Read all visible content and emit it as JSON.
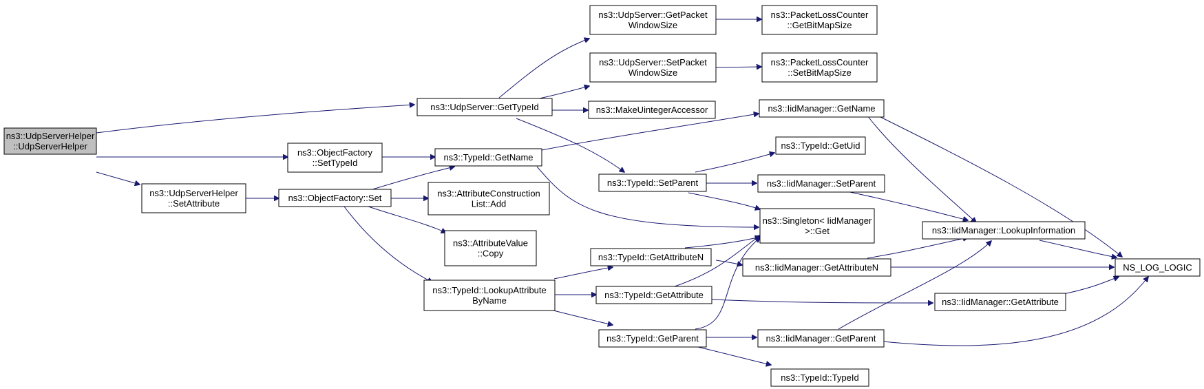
{
  "colors": {
    "edge": "#191970",
    "root_fill": "#bfbfbf",
    "node_fill": "#ffffff",
    "border": "#000000"
  },
  "nodes": {
    "root": {
      "lines": [
        "ns3::UdpServerHelper",
        "::UdpServerHelper"
      ]
    },
    "udpserver_gettypeid": {
      "lines": [
        "ns3::UdpServer::GetTypeId"
      ]
    },
    "objectfactory_settypeid": {
      "lines": [
        "ns3::ObjectFactory",
        "::SetTypeId"
      ]
    },
    "udpserverhelper_setattribute": {
      "lines": [
        "ns3::UdpServerHelper",
        "::SetAttribute"
      ]
    },
    "objectfactory_set": {
      "lines": [
        "ns3::ObjectFactory::Set"
      ]
    },
    "typeid_getname": {
      "lines": [
        "ns3::TypeId::GetName"
      ]
    },
    "attrconstruction_add": {
      "lines": [
        "ns3::AttributeConstruction",
        "List::Add"
      ]
    },
    "attrvalue_copy": {
      "lines": [
        "ns3::AttributeValue",
        "::Copy"
      ]
    },
    "typeid_lookupattribute": {
      "lines": [
        "ns3::TypeId::LookupAttribute",
        "ByName"
      ]
    },
    "udpserver_getwindow": {
      "lines": [
        "ns3::UdpServer::GetPacket",
        "WindowSize"
      ]
    },
    "udpserver_setwindow": {
      "lines": [
        "ns3::UdpServer::SetPacket",
        "WindowSize"
      ]
    },
    "makeuinteger": {
      "lines": [
        "ns3::MakeUintegerAccessor"
      ]
    },
    "typeid_setparent": {
      "lines": [
        "ns3::TypeId::SetParent"
      ]
    },
    "typeid_getattributen": {
      "lines": [
        "ns3::TypeId::GetAttributeN"
      ]
    },
    "typeid_getattribute": {
      "lines": [
        "ns3::TypeId::GetAttribute"
      ]
    },
    "typeid_getparent": {
      "lines": [
        "ns3::TypeId::GetParent"
      ]
    },
    "plc_getbitmap": {
      "lines": [
        "ns3::PacketLossCounter",
        "::GetBitMapSize"
      ]
    },
    "plc_setbitmap": {
      "lines": [
        "ns3::PacketLossCounter",
        "::SetBitMapSize"
      ]
    },
    "iid_getname": {
      "lines": [
        "ns3::IidManager::GetName"
      ]
    },
    "typeid_getuid": {
      "lines": [
        "ns3::TypeId::GetUid"
      ]
    },
    "iid_setparent": {
      "lines": [
        "ns3::IidManager::SetParent"
      ]
    },
    "singleton_get": {
      "lines": [
        "ns3::Singleton< IidManager",
        ">::Get"
      ]
    },
    "iid_getattributen": {
      "lines": [
        "ns3::IidManager::GetAttributeN"
      ]
    },
    "iid_getparent": {
      "lines": [
        "ns3::IidManager::GetParent"
      ]
    },
    "typeid_typeid": {
      "lines": [
        "ns3::TypeId::TypeId"
      ]
    },
    "iid_lookupinfo": {
      "lines": [
        "ns3::IidManager::LookupInformation"
      ]
    },
    "iid_getattribute": {
      "lines": [
        "ns3::IidManager::GetAttribute"
      ]
    },
    "ns_log_logic": {
      "lines": [
        "NS_LOG_LOGIC"
      ]
    }
  }
}
